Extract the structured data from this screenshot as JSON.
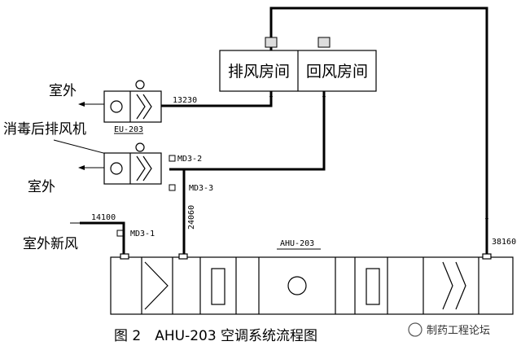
{
  "labels": {
    "outdoor_top": "室外",
    "disinfect_exhaust": "消毒后排风机",
    "outdoor_mid": "室外",
    "outdoor_fresh": "室外新风",
    "exhaust_room": "排风房间",
    "return_room": "回风房间",
    "eu_tag": "EU-203",
    "ahu_tag": "AHU-203",
    "duct_13230": "13230",
    "duct_14100": "14100",
    "duct_24060": "24060",
    "duct_38160": "38160",
    "damper_md3_1": "MD3-1",
    "damper_md3_2": "MD3-2",
    "damper_md3_3": "MD3-3"
  },
  "caption": "图 2　AHU-203 空调系统流程图",
  "watermark": "制药工程论坛",
  "colors": {
    "line": "#000000",
    "background": "#ffffff"
  }
}
